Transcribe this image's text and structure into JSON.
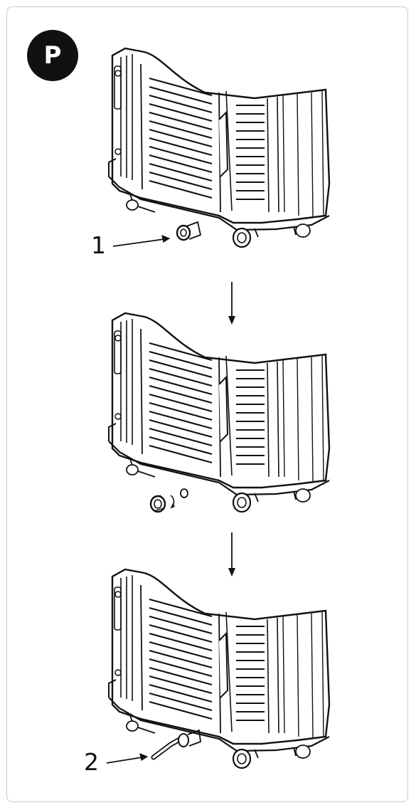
{
  "badge": {
    "label": "P"
  },
  "callouts": {
    "one": "1",
    "two": "2"
  },
  "colors": {
    "ink": "#111111",
    "border": "#c9c9c9",
    "background": "#ffffff"
  }
}
